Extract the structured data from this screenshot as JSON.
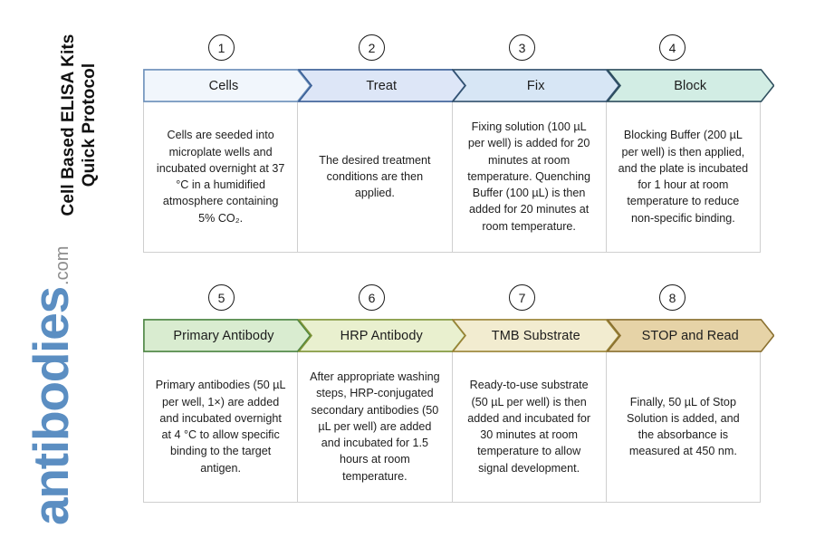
{
  "brand": {
    "name": "antibodies",
    "suffix": ".com",
    "accent_color": "#5b8ec2",
    "suffix_color": "#8d8d8d"
  },
  "title": "Cell Based ELISA Kits\nQuick Protocol",
  "rows": [
    {
      "id": "row-1",
      "steps": [
        {
          "number": "1",
          "label": "Cells",
          "fill": "#f1f6fc",
          "stroke": "#6b8fba",
          "description": "Cells are seeded into microplate wells and incubated overnight at 37 °C in a humidified atmosphere containing 5% CO₂."
        },
        {
          "number": "2",
          "label": "Treat",
          "fill": "#dde6f7",
          "stroke": "#3a5f96",
          "description": "The desired treatment conditions are then applied."
        },
        {
          "number": "3",
          "label": "Fix",
          "fill": "#d7e6f5",
          "stroke": "#33526f",
          "description": "Fixing solution (100 µL per well) is added for 20 minutes at room temperature. Quenching Buffer (100 µL) is then added for 20 minutes at room temperature."
        },
        {
          "number": "4",
          "label": "Block",
          "fill": "#d2ede4",
          "stroke": "#2f4f5e",
          "description": "Blocking Buffer (200 µL per well) is then applied, and the plate is incubated for 1 hour at room temperature to reduce non-specific binding."
        }
      ]
    },
    {
      "id": "row-2",
      "steps": [
        {
          "number": "5",
          "label": "Primary Antibody",
          "fill": "#d9ecd0",
          "stroke": "#4a8340",
          "description": "Primary antibodies (50 µL per well, 1×) are added and incubated overnight at 4 °C to allow specific binding to the target antigen."
        },
        {
          "number": "6",
          "label": "HRP Antibody",
          "fill": "#e9f0cf",
          "stroke": "#7f9438",
          "description": "After appropriate washing steps, HRP-conjugated secondary antibodies (50 µL per well) are added and incubated for 1.5 hours at room temperature."
        },
        {
          "number": "7",
          "label": "TMB Substrate",
          "fill": "#f2ecd0",
          "stroke": "#9a8336",
          "description": "Ready-to-use substrate (50 µL per well) is then added and incubated for 30 minutes at room temperature to allow signal development."
        },
        {
          "number": "8",
          "label": "STOP and Read",
          "fill": "#e6d3a7",
          "stroke": "#8a7030",
          "description": "Finally, 50 µL of Stop Solution is added, and the absorbance is measured at 450 nm."
        }
      ]
    }
  ]
}
